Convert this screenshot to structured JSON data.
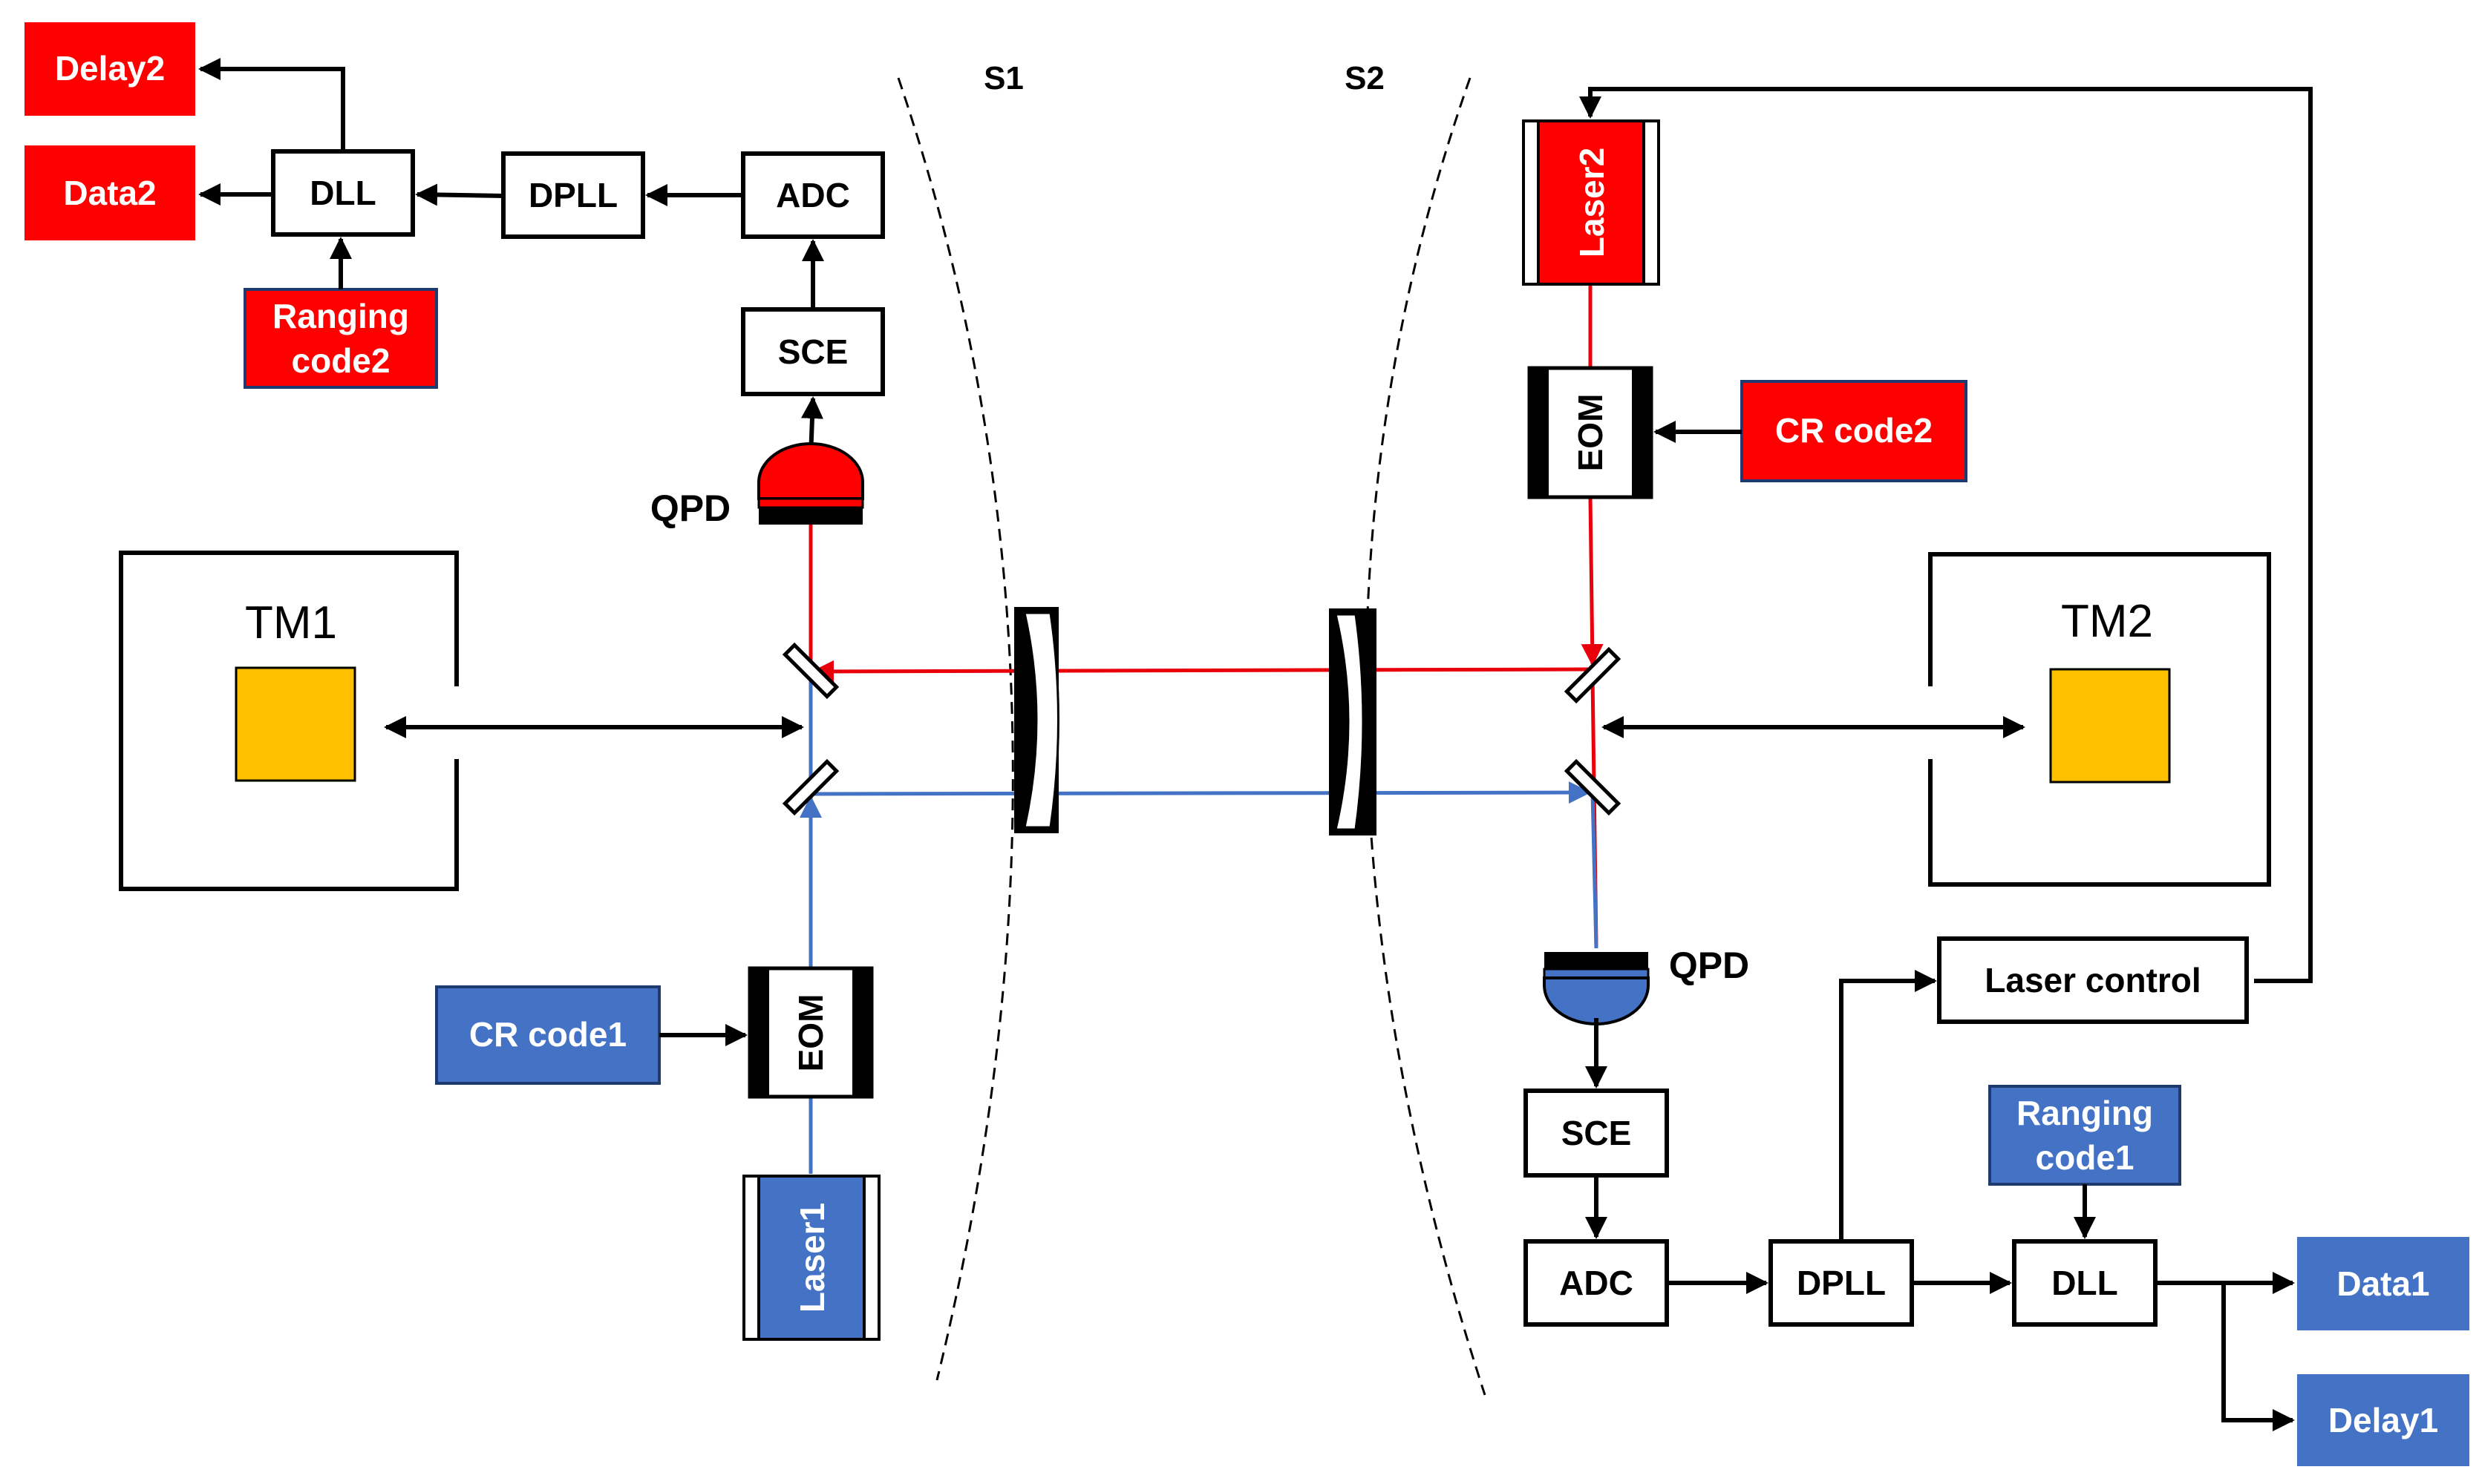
{
  "colors": {
    "red": "#ff0000",
    "blue": "#4472c4",
    "test_mass": "#ffc000",
    "beam_red": "#e8000b",
    "beam_blue": "#4472c4"
  },
  "left": {
    "delay": "Delay2",
    "data": "Data2",
    "dll": "DLL",
    "dpll": "DPLL",
    "adc": "ADC",
    "sce": "SCE",
    "ranging_code_line1": "Ranging",
    "ranging_code_line2": "code2",
    "qpd": "QPD",
    "test_mass": "TM1",
    "cr_code": "CR code1",
    "eom": "EOM",
    "laser": "Laser1"
  },
  "right": {
    "laser": "Laser2",
    "eom": "EOM",
    "cr_code": "CR code2",
    "test_mass": "TM2",
    "qpd": "QPD",
    "laser_control": "Laser control",
    "ranging_code_line1": "Ranging",
    "ranging_code_line2": "code1",
    "sce": "SCE",
    "adc": "ADC",
    "dpll": "DPLL",
    "dll": "DLL",
    "data": "Data1",
    "delay": "Delay1"
  },
  "surfaces": {
    "s1": "S1",
    "s2": "S2"
  }
}
